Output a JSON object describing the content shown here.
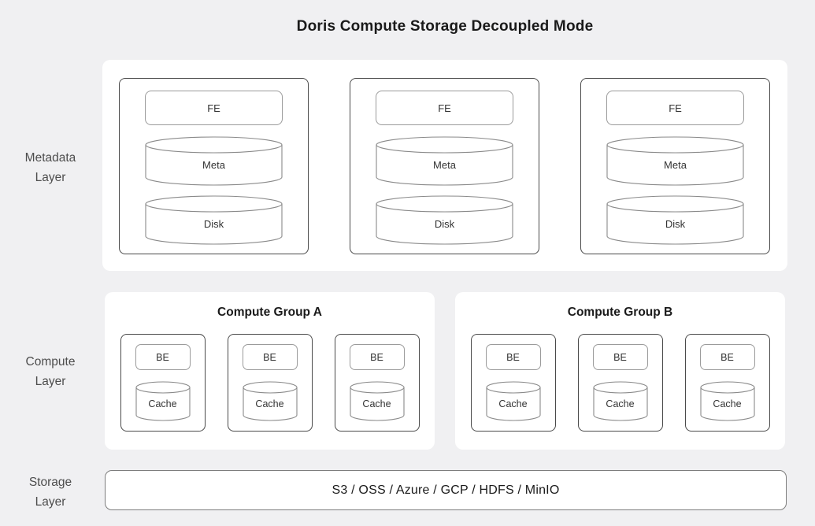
{
  "title": "Doris Compute Storage Decoupled Mode",
  "colors": {
    "background": "#f0f0f2",
    "panel": "#ffffff",
    "node_border": "#4a4a4a",
    "inner_box_border": "#9b9b9b",
    "cylinder_stroke": "#8a8a8a",
    "title_text": "#1a1a1a",
    "layer_label_text": "#4d4d4d",
    "node_text": "#333333"
  },
  "layers": {
    "metadata": {
      "label_line1": "Metadata",
      "label_line2": "Layer",
      "nodes": [
        {
          "fe": "FE",
          "meta": "Meta",
          "disk": "Disk"
        },
        {
          "fe": "FE",
          "meta": "Meta",
          "disk": "Disk"
        },
        {
          "fe": "FE",
          "meta": "Meta",
          "disk": "Disk"
        }
      ]
    },
    "compute": {
      "label_line1": "Compute",
      "label_line2": "Layer",
      "groups": [
        {
          "title": "Compute Group A",
          "nodes": [
            {
              "be": "BE",
              "cache": "Cache"
            },
            {
              "be": "BE",
              "cache": "Cache"
            },
            {
              "be": "BE",
              "cache": "Cache"
            }
          ]
        },
        {
          "title": "Compute Group B",
          "nodes": [
            {
              "be": "BE",
              "cache": "Cache"
            },
            {
              "be": "BE",
              "cache": "Cache"
            },
            {
              "be": "BE",
              "cache": "Cache"
            }
          ]
        }
      ]
    },
    "storage": {
      "label_line1": "Storage",
      "label_line2": "Layer",
      "backends": "S3 / OSS / Azure / GCP / HDFS / MinIO"
    }
  }
}
